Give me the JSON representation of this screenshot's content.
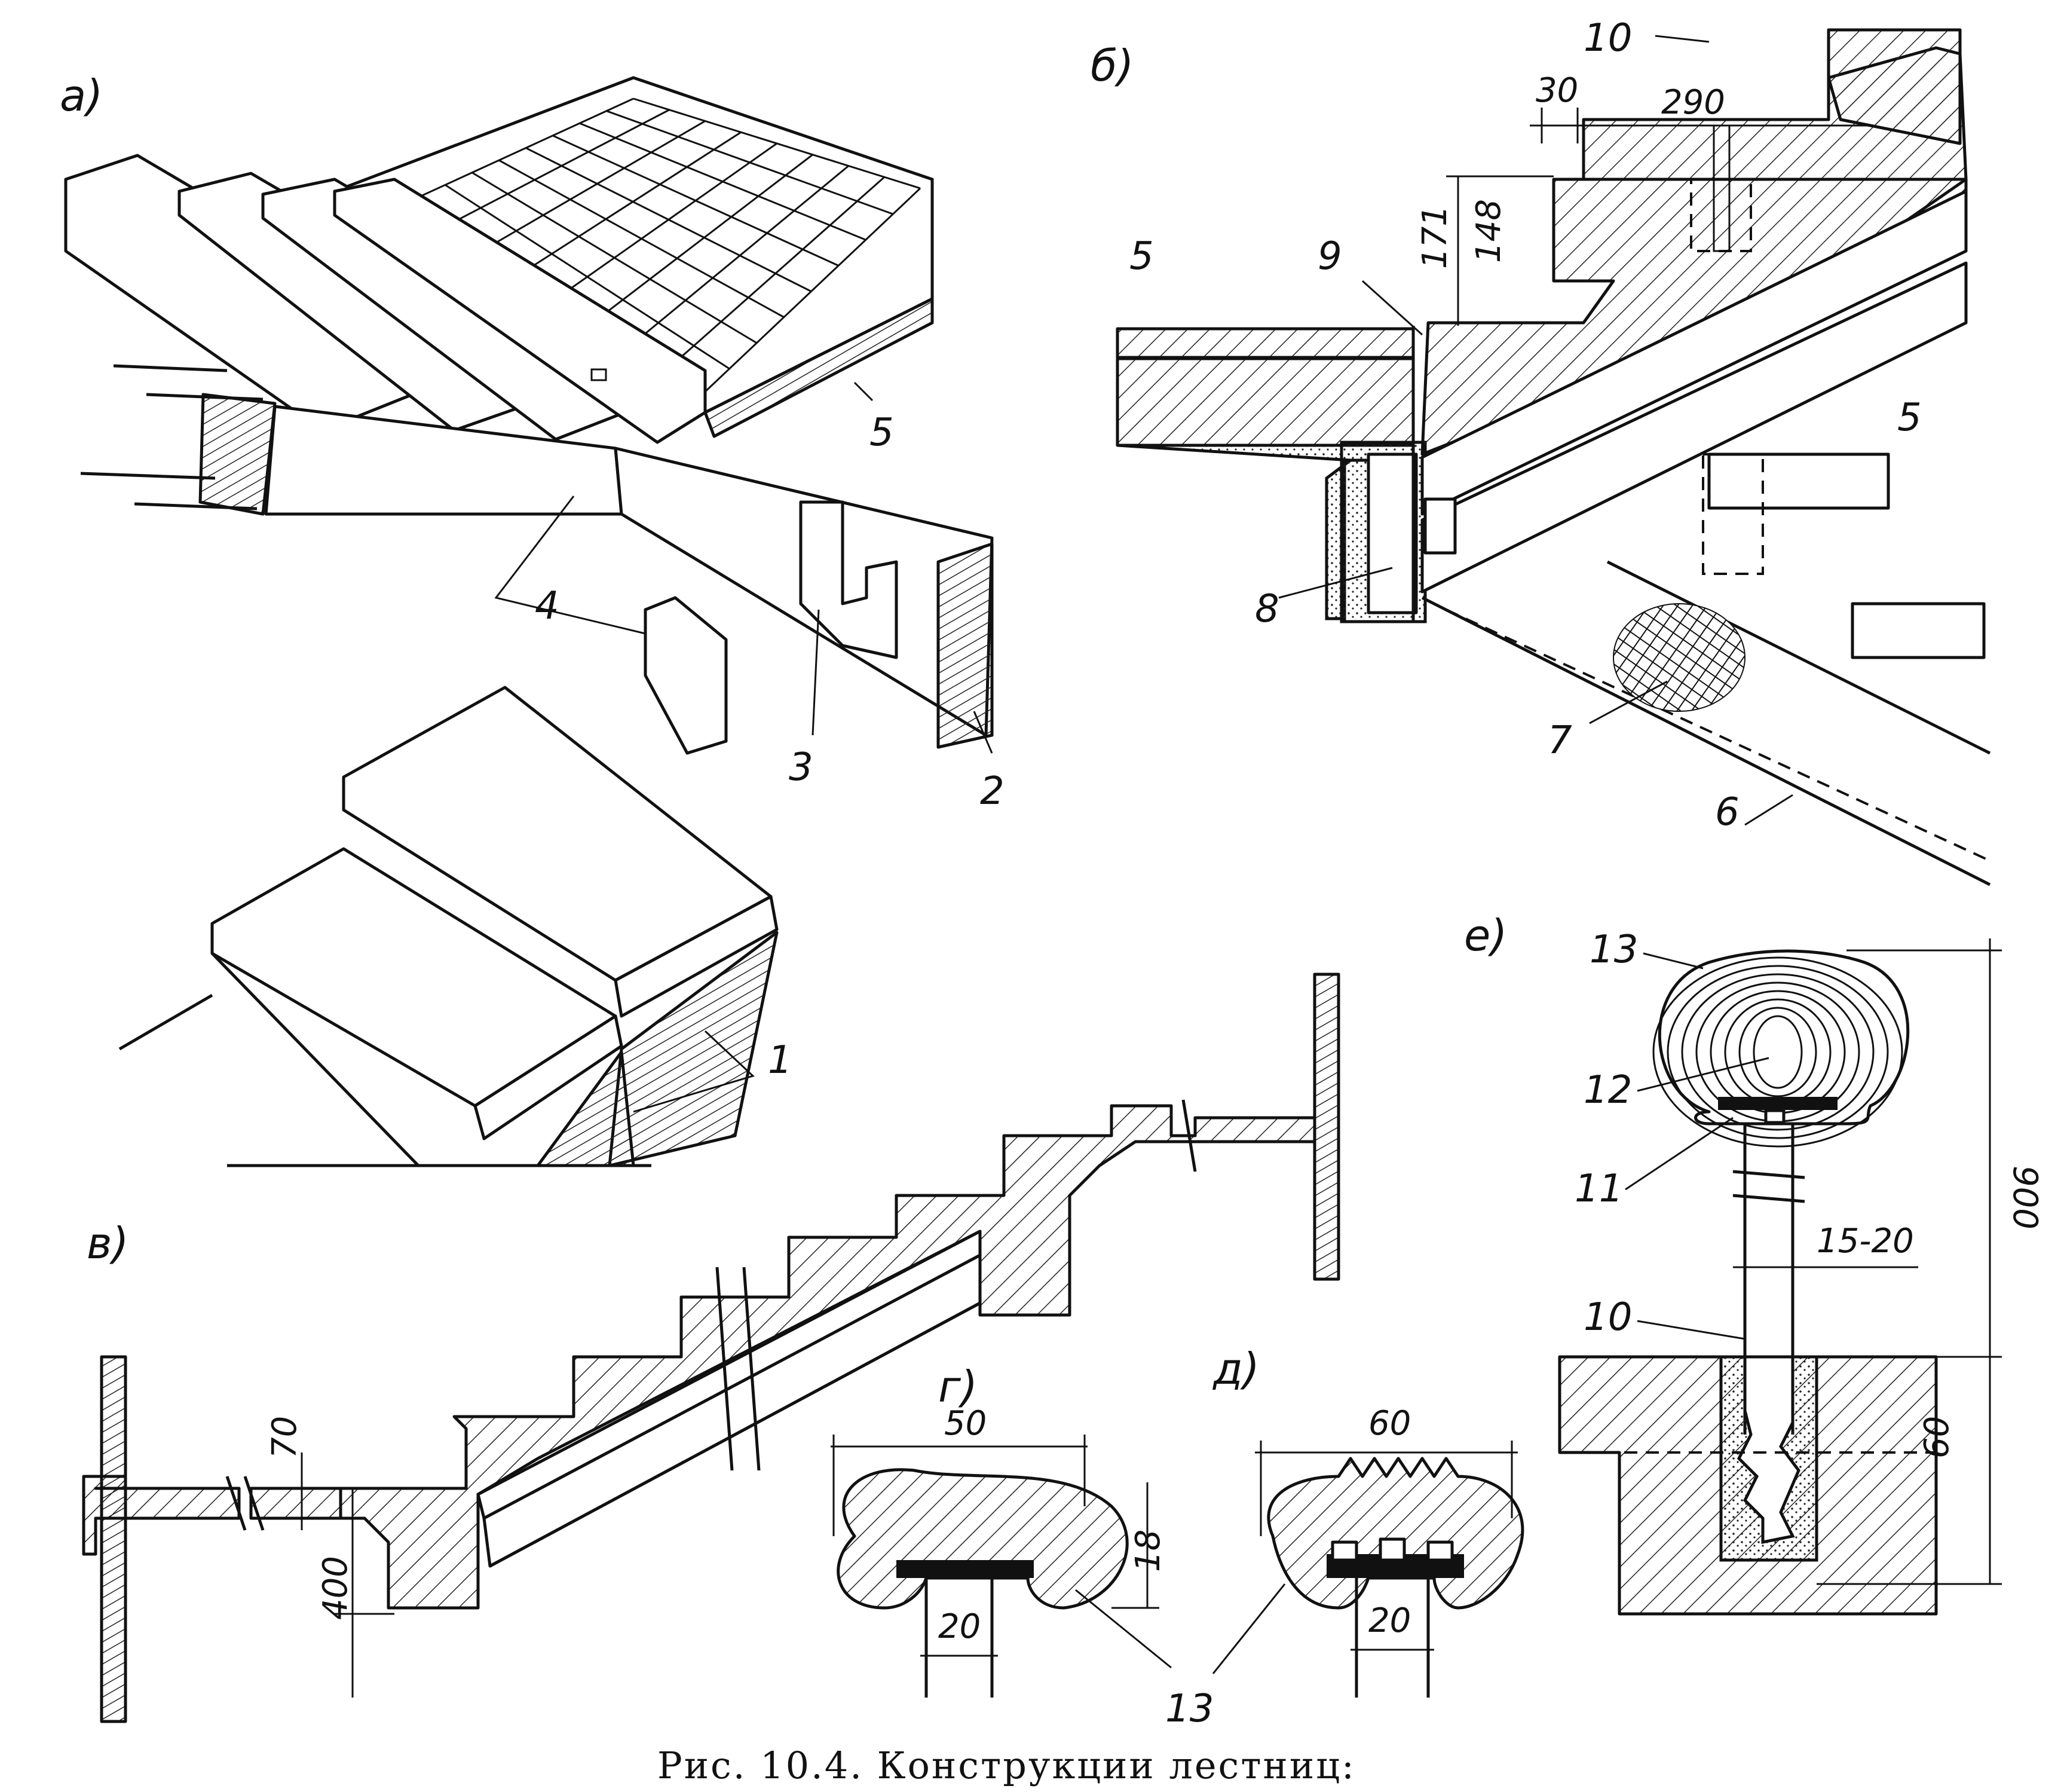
{
  "caption": "Рис.  10.4. Конструкции  лестниц:",
  "panels": [
    "а)",
    "б)",
    "в)",
    "г)",
    "д)",
    "е)"
  ],
  "callouts_a": [
    "1",
    "2",
    "3",
    "4",
    "5"
  ],
  "callouts_b": [
    "5",
    "5",
    "6",
    "7",
    "8",
    "9",
    "10"
  ],
  "callouts_g": [
    "10",
    "11",
    "12",
    "13"
  ],
  "callout_de": "13",
  "dims_b": [
    "30",
    "290",
    "171",
    "148"
  ],
  "dims_v": [
    "70",
    "400"
  ],
  "dims_d": [
    "50",
    "18",
    "20"
  ],
  "dims_e": [
    "60",
    "20"
  ],
  "dims_g": [
    "900",
    "15-20",
    "60"
  ]
}
